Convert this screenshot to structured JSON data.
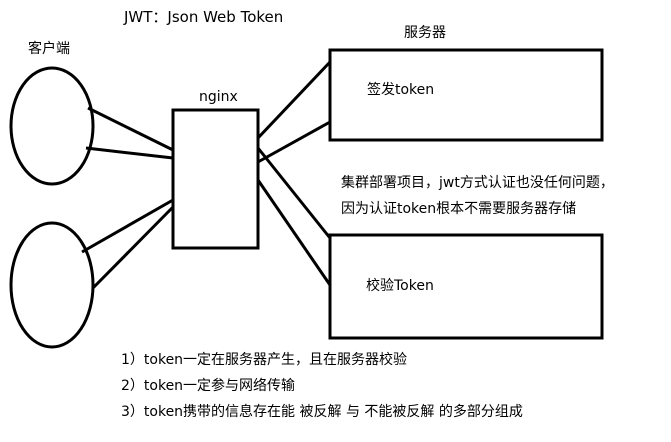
{
  "title": "JWT：Json Web Token",
  "client": {
    "label": "客户端"
  },
  "nginx": {
    "label": "nginx"
  },
  "server": {
    "label": "服务器",
    "issue": "签发token",
    "verify": "校验Token"
  },
  "note": {
    "line1": "集群部署项目，jwt方式认证也没任何问题，",
    "line2": "因为认证token根本不需要服务器存储"
  },
  "points": [
    "1）token一定在服务器产生，且在服务器校验",
    "2）token一定参与网络传输",
    "3）token携带的信息存在能 被反解 与 不能被反解 的多部分组成"
  ],
  "colors": {
    "stroke": "#000000",
    "background": "#ffffff"
  }
}
